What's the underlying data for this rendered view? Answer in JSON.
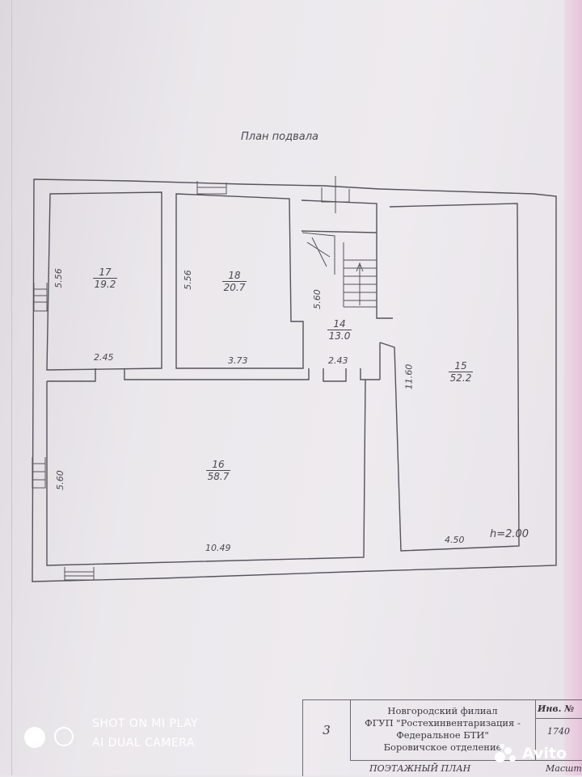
{
  "plan": {
    "title": "План подвала",
    "rooms": [
      {
        "id": "17",
        "area": "19.2"
      },
      {
        "id": "18",
        "area": "20.7"
      },
      {
        "id": "14",
        "area": "13.0"
      },
      {
        "id": "15",
        "area": "52.2"
      },
      {
        "id": "16",
        "area": "58.7"
      }
    ],
    "dims": {
      "r17_h": "5.56",
      "r18_h": "5.56",
      "r14_h": "5.60",
      "r15_h": "11.60",
      "r16_h": "5.60",
      "r17_w": "2.45",
      "r18_w": "3.73",
      "r14_w": "2.43",
      "r16_w": "10.49",
      "r15_w": "4.50",
      "height": "h=2.00"
    }
  },
  "stamp": {
    "sheet_no": "3",
    "org_line1": "Новгородский филиал",
    "org_line2": "ФГУП \"Ростехинвентаризация -",
    "org_line3": "Федеральное БТИ\"",
    "org_line4": "Боровичское отделение",
    "inv_label": "Инв. №",
    "inv_value": "1740",
    "plan_type": "ПОЭТАЖНЫЙ ПЛАН",
    "scale_label": "Масшт"
  },
  "watermark": {
    "line1": "SHOT ON MI PLAY",
    "line2": "AI DUAL CAMERA"
  },
  "brand": {
    "name": "Avito"
  }
}
